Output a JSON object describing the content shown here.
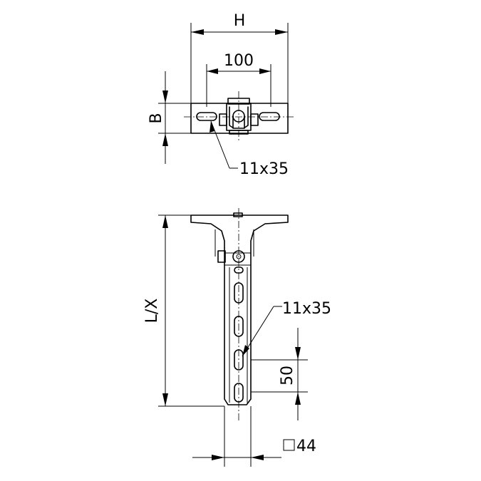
{
  "labels": {
    "dim_h": "H",
    "dim_100": "100",
    "dim_b": "B",
    "slot_top": "11x35",
    "dim_lx": "L/X",
    "slot_bottom": "11x35",
    "dim_50": "50",
    "dim_44": "44"
  },
  "icons": {
    "square_symbol": "square-profile-icon"
  }
}
